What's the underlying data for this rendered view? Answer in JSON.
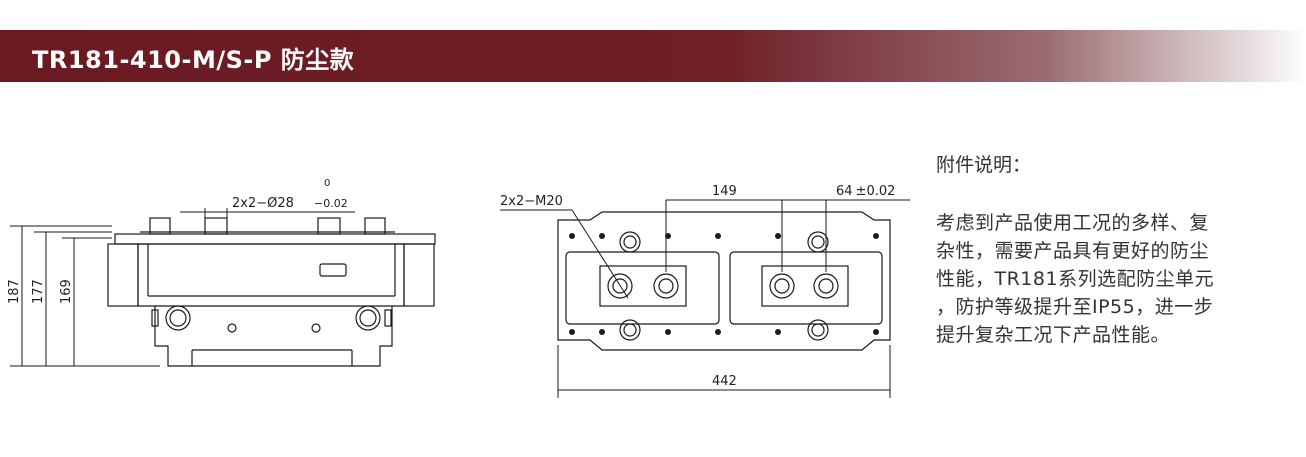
{
  "header": {
    "title": "TR181-410-M/S-P 防尘款"
  },
  "side_view": {
    "hole_callout_prefix": "2x2−",
    "diameter_symbol": "Ø",
    "hole_diameter": "28",
    "tol_upper": "0",
    "tol_lower": "−0.02",
    "dim_height_total": "187",
    "dim_height_mid": "177",
    "dim_height_body": "169"
  },
  "top_view": {
    "thread_callout": "2x2−M20",
    "dim_pitch": "149",
    "dim_pitch2": "64",
    "dim_pitch2_tol": "±0.02",
    "dim_width": "442"
  },
  "notes": {
    "heading": "附件说明：",
    "body": "考虑到产品使用工况的多样、复\n杂性，需要产品具有更好的防尘\n性能，TR181系列选配防尘单元\n，防护等级提升至IP55，进一步\n提升复杂工况下产品性能。"
  }
}
